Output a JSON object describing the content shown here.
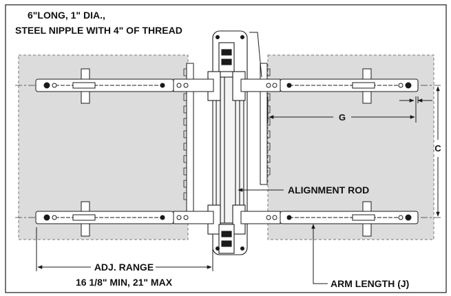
{
  "labels": {
    "nipple_line1": "6\"LONG, 1\" DIA.,",
    "nipple_line2": "STEEL NIPPLE WITH 4\" OF THREAD",
    "dim_g": "G",
    "dim_c": "C",
    "alignment_rod": "ALIGNMENT ROD",
    "adj_range_line1": "ADJ. RANGE",
    "adj_range_line2": "16 1/8\" MIN, 21\" MAX",
    "arm_length": "ARM LENGTH (J)"
  },
  "colors": {
    "line": "#1a1a1a",
    "shade": "#dcdcdc",
    "arm_fill": "#ffffff",
    "background": "#ffffff"
  }
}
